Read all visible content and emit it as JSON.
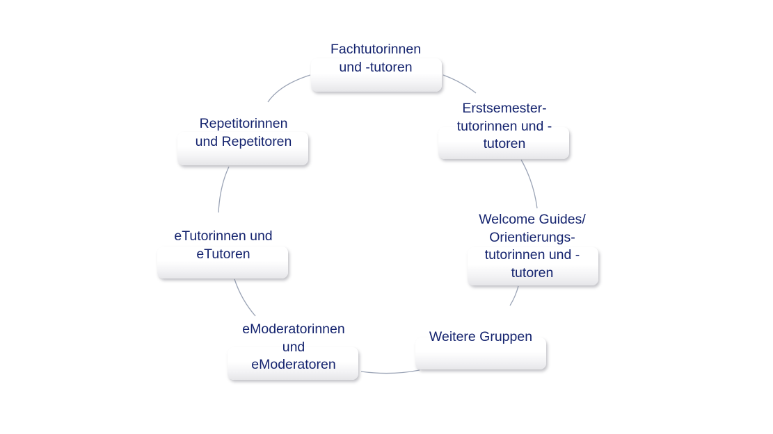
{
  "diagram": {
    "nodes": [
      {
        "id": "fachtutoren",
        "label": "Fachtutorinnen\nund -tutoren"
      },
      {
        "id": "erstsemestertutoren",
        "label": "Erstsemester-\ntutorinnen und -\ntutoren"
      },
      {
        "id": "welcome-guides",
        "label": "Welcome Guides/\nOrientierungs-\ntutorinnen und -\ntutoren"
      },
      {
        "id": "weitere-gruppen",
        "label": "Weitere Gruppen"
      },
      {
        "id": "emoderatoren",
        "label": "eModeratorinnen\nund\neModeratoren"
      },
      {
        "id": "etutoren",
        "label": "eTutorinnen und\neTutoren"
      },
      {
        "id": "repetitoren",
        "label": "Repetitorinnen\nund Repetitoren"
      }
    ],
    "colors": {
      "text": "#14236e",
      "connector": "#9aa3b5",
      "node_top": "#ffffff",
      "node_bottom": "#e6e6e9"
    }
  }
}
